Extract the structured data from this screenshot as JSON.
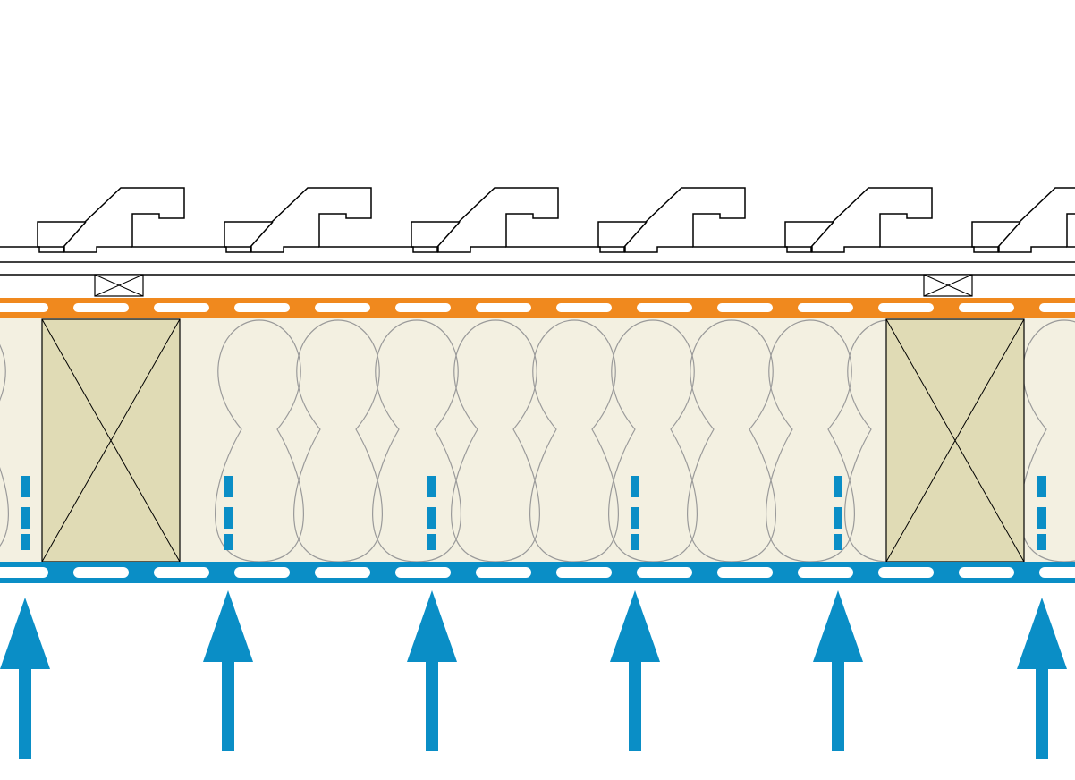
{
  "diagram": {
    "type": "roof-section-detail",
    "layers": [
      {
        "name": "roof-tiles",
        "count": 6
      },
      {
        "name": "counter-batten-line"
      },
      {
        "name": "battens",
        "count": 2
      },
      {
        "name": "orange-membrane",
        "dashed": true
      },
      {
        "name": "insulation",
        "count": 11
      },
      {
        "name": "rafters",
        "count": 2
      },
      {
        "name": "blue-vapour-membrane",
        "dashed": true
      },
      {
        "name": "vapour-flow-arrows",
        "count": 6
      }
    ],
    "colors": {
      "background": "#ffffff",
      "outline": "#000000",
      "orange_membrane": "#f0891e",
      "blue_membrane": "#0a8ec6",
      "insulation_fill": "#f3f0e1",
      "insulation_lobe": "#9a9a9a",
      "timber": "#e0dbb5",
      "dash": "#ffffff"
    }
  }
}
